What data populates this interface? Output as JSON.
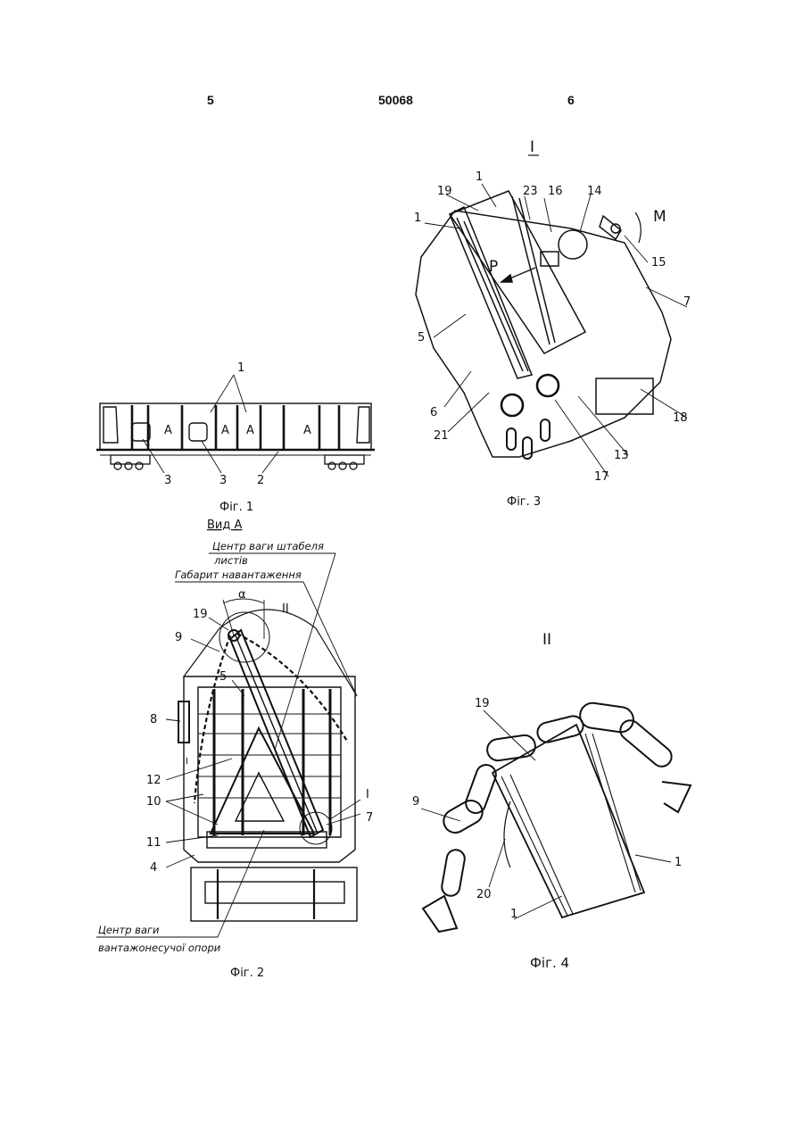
{
  "header": {
    "left_page": "5",
    "patent_number": "50068",
    "right_page": "6"
  },
  "fig1": {
    "caption": "Фіг. 1",
    "view_label": "Вид А",
    "callouts": [
      "1",
      "3",
      "3",
      "2"
    ],
    "section_marks": [
      "A",
      "A",
      "A",
      "A"
    ]
  },
  "fig2": {
    "caption": "Фіг. 2",
    "text_center_stack_1": "Центр ваги штабеля",
    "text_center_stack_2": "листів",
    "text_gauge": "Габарит навантаження",
    "text_center_support_1": "Центр ваги",
    "text_center_support_2": "вантажонесучої опори",
    "angle_label": "α",
    "detail_II": "II",
    "detail_I": "I",
    "small_mark": "I",
    "callouts": [
      "19",
      "9",
      "5",
      "8",
      "12",
      "10",
      "11",
      "4",
      "7"
    ]
  },
  "fig3": {
    "caption": "Фіг. 3",
    "detail_mark": "I",
    "moment_label": "M",
    "force_label": "P",
    "callouts": [
      "1",
      "19",
      "23",
      "16",
      "14",
      "1",
      "15",
      "7",
      "5",
      "6",
      "21",
      "18",
      "13",
      "17"
    ]
  },
  "fig4": {
    "caption": "Фіг. 4",
    "detail_mark": "II",
    "callouts": [
      "19",
      "9",
      "20",
      "1",
      "1"
    ]
  }
}
